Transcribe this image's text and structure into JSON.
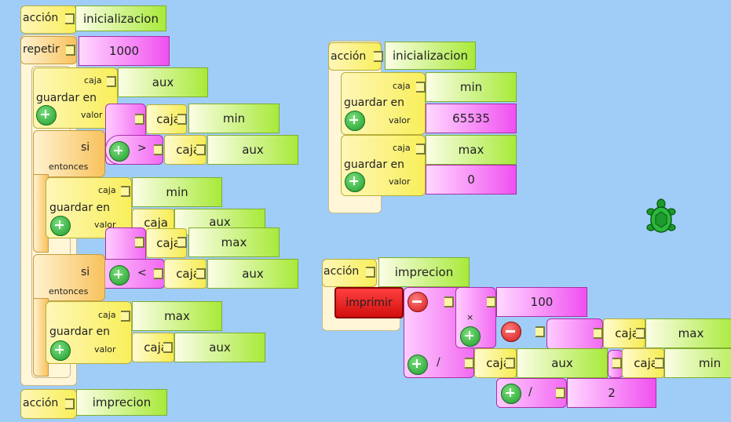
{
  "blocks": {
    "accion": "acción",
    "repetir": "repetir",
    "guardar_en": "guardar en",
    "caja": "caja",
    "valor": "valor",
    "si": "si",
    "entonces": "entonces",
    "imprimir": "imprimir",
    "op_gt": ">",
    "op_lt": "<",
    "op_mul": "×",
    "op_div": "/"
  },
  "left_script": {
    "accion_name": "inicializacion",
    "repeat_count": "1000",
    "guardar1_var": "aux",
    "if1_var": "min",
    "if1_cmp_var": "aux",
    "guardar2_var": "min",
    "guardar2_val": "aux",
    "if2_var": "max",
    "if2_cmp_var": "aux",
    "guardar3_var": "max",
    "guardar3_val": "aux",
    "bottom_accion_name": "imprecion"
  },
  "init_script": {
    "accion_name": "inicializacion",
    "var1": "min",
    "val1": "65535",
    "var2": "max",
    "val2": "0"
  },
  "print_script": {
    "accion_name": "imprecion",
    "num_100": "100",
    "var_max": "max",
    "var_aux": "aux",
    "var_min": "min",
    "num_2": "2"
  }
}
